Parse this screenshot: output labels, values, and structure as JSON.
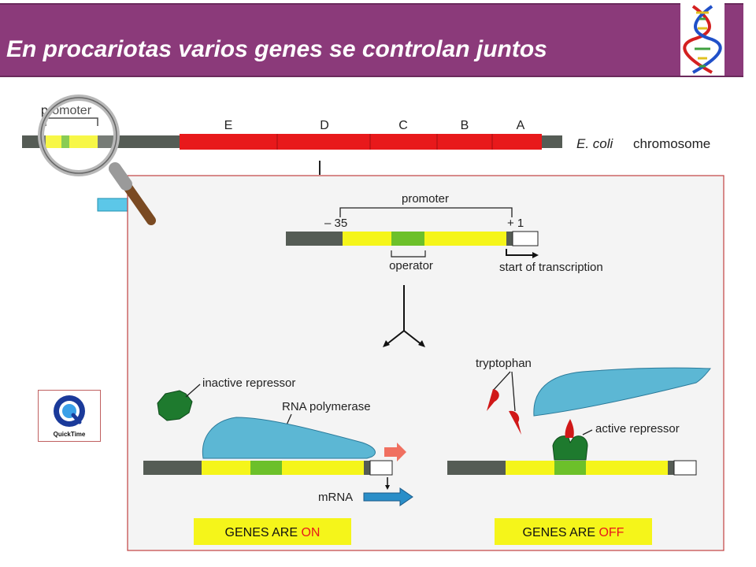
{
  "slide": {
    "title": "En procariotas varios genes se controlan juntos"
  },
  "chromosome": {
    "promoter_label": "promoter",
    "genes": [
      "E",
      "D",
      "C",
      "B",
      "A"
    ],
    "label_italic": "E. coli",
    "label_rest": "chromosome"
  },
  "detail": {
    "promoter_label": "promoter",
    "minus35": "– 35",
    "plus1": "+ 1",
    "operator_label": "operator",
    "start_label": "start of transcription",
    "left_panel": {
      "inactive_repressor": "inactive repressor",
      "rna_polymerase": "RNA polymerase",
      "mrna": "mRNA",
      "status_prefix": "GENES ARE ",
      "status_value": "ON"
    },
    "right_panel": {
      "tryptophan": "tryptophan",
      "active_repressor": "active repressor",
      "status_prefix": "GENES ARE ",
      "status_value": "OFF"
    }
  },
  "quicktime": {
    "label": "QuickTime"
  },
  "colors": {
    "title_bg": "#8b3a7a",
    "gene_red": "#e8191b",
    "yellow": "#f5f51a",
    "green": "#6cc02a",
    "gray": "#555c55",
    "protein_blue": "#5cb7d4",
    "repressor_green": "#1e7a2e",
    "status_red": "#e8191b"
  }
}
